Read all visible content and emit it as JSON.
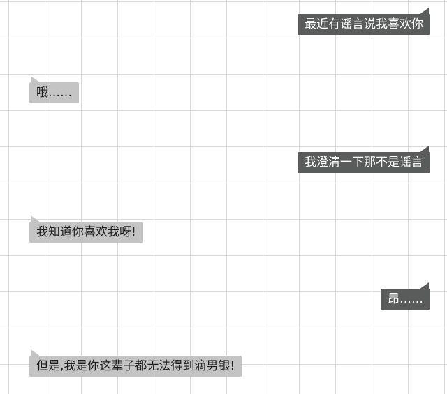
{
  "messages": [
    {
      "side": "right",
      "text": "最近有谣言说我喜欢你"
    },
    {
      "side": "left",
      "text": "哦……"
    },
    {
      "side": "right",
      "text": "我澄清一下那不是谣言"
    },
    {
      "side": "left",
      "text": "我知道你喜欢我呀!"
    },
    {
      "side": "right",
      "text": "昂……"
    },
    {
      "side": "left",
      "text": "但是,我是你这辈子都无法得到滴男银!"
    }
  ],
  "colors": {
    "right_bubble": "#5a5c5b",
    "left_bubble": "#c4c4c4",
    "grid_line": "#d9d9d9"
  }
}
